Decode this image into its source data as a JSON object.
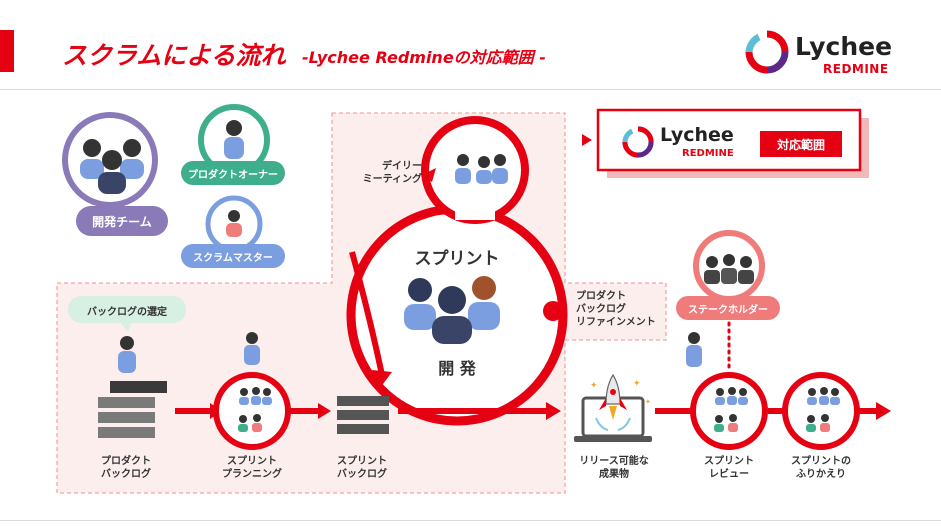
{
  "header": {
    "title": "スクラムによる流れ",
    "subtitle": "-Lychee Redmineの対応範囲 -",
    "logo_word": "Lychee",
    "logo_sub": "REDMINE"
  },
  "legend": {
    "logo_word": "Lychee",
    "logo_sub": "REDMINE",
    "badge": "対応範囲"
  },
  "roles": {
    "dev_team": "開発チーム",
    "product_owner": "プロダクトオーナー",
    "scrum_master": "スクラムマスター",
    "stakeholder": "ステークホルダー"
  },
  "bubble": "バックログの選定",
  "sprint": {
    "title": "スプリント",
    "center": "開 発",
    "daily": "デイリー\nミーティング",
    "refinement": "プロダクト\nバックログ\nリファインメント"
  },
  "flow": {
    "product_backlog": "プロダクト\nバックログ",
    "sprint_planning": "スプリント\nプランニング",
    "sprint_backlog": "スプリント\nバックログ",
    "release": "リリース可能な\n成果物",
    "sprint_review": "スプリント\nレビュー",
    "retrospective": "スプリントの\nふりかえり"
  },
  "colors": {
    "red": "#e50012",
    "pink_fill": "#fdeeee",
    "purple": "#8b7ab8",
    "teal": "#3fae8c",
    "blue": "#7b9ee0",
    "salmon": "#f07b7b",
    "bubble_green": "#d8efe4"
  }
}
